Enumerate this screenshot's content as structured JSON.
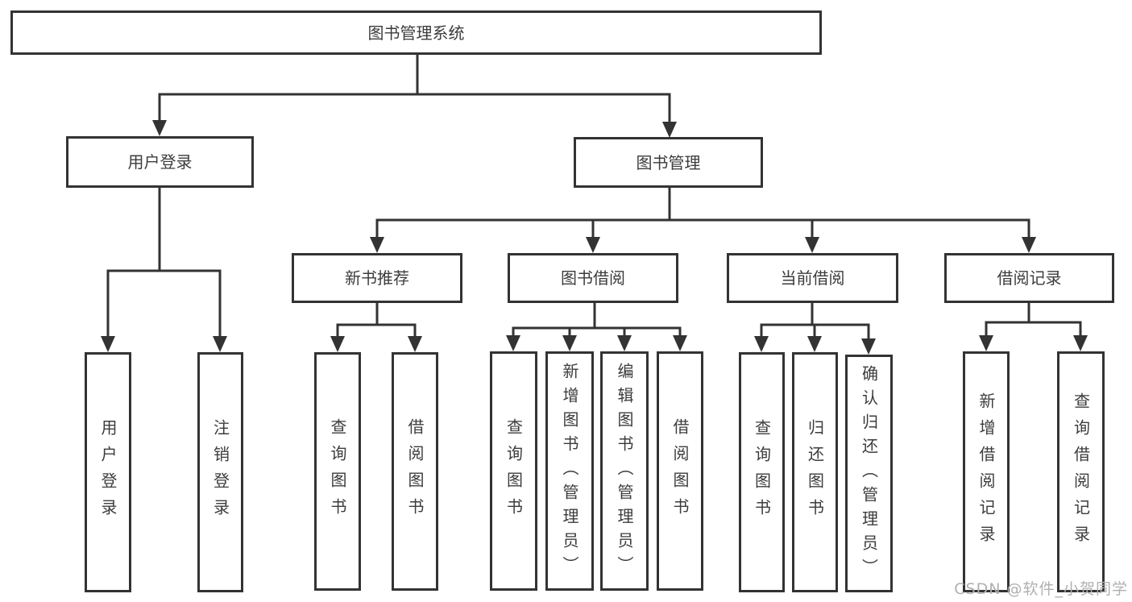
{
  "nodes": {
    "root": "图书管理系统",
    "user_login_branch": "用户登录",
    "book_mgmt_branch": "图书管理",
    "new_book_rec": "新书推荐",
    "book_borrow": "图书借阅",
    "current_borrow": "当前借阅",
    "borrow_records": "借阅记录",
    "leaf_user_login": "用户登录",
    "leaf_logout": "注销登录",
    "nbr_query_book": "查询图书",
    "nbr_borrow_book": "借阅图书",
    "bb_query_book": "查询图书",
    "bb_add_book": "新增图书（管理员）",
    "bb_edit_book": "编辑图书（管理员）",
    "bb_borrow_book": "借阅图书",
    "cb_query_book": "查询图书",
    "cb_return_book": "归还图书",
    "cb_confirm_return": "确认归还（管理员）",
    "br_add_record": "新增借阅记录",
    "br_query_record": "查询借阅记录"
  },
  "watermark": "CSDN @软件_小贺同学",
  "colors": {
    "line": "#333333",
    "text": "#3c3c3c",
    "background": "#ffffff",
    "watermark": "#b0b0b0"
  }
}
